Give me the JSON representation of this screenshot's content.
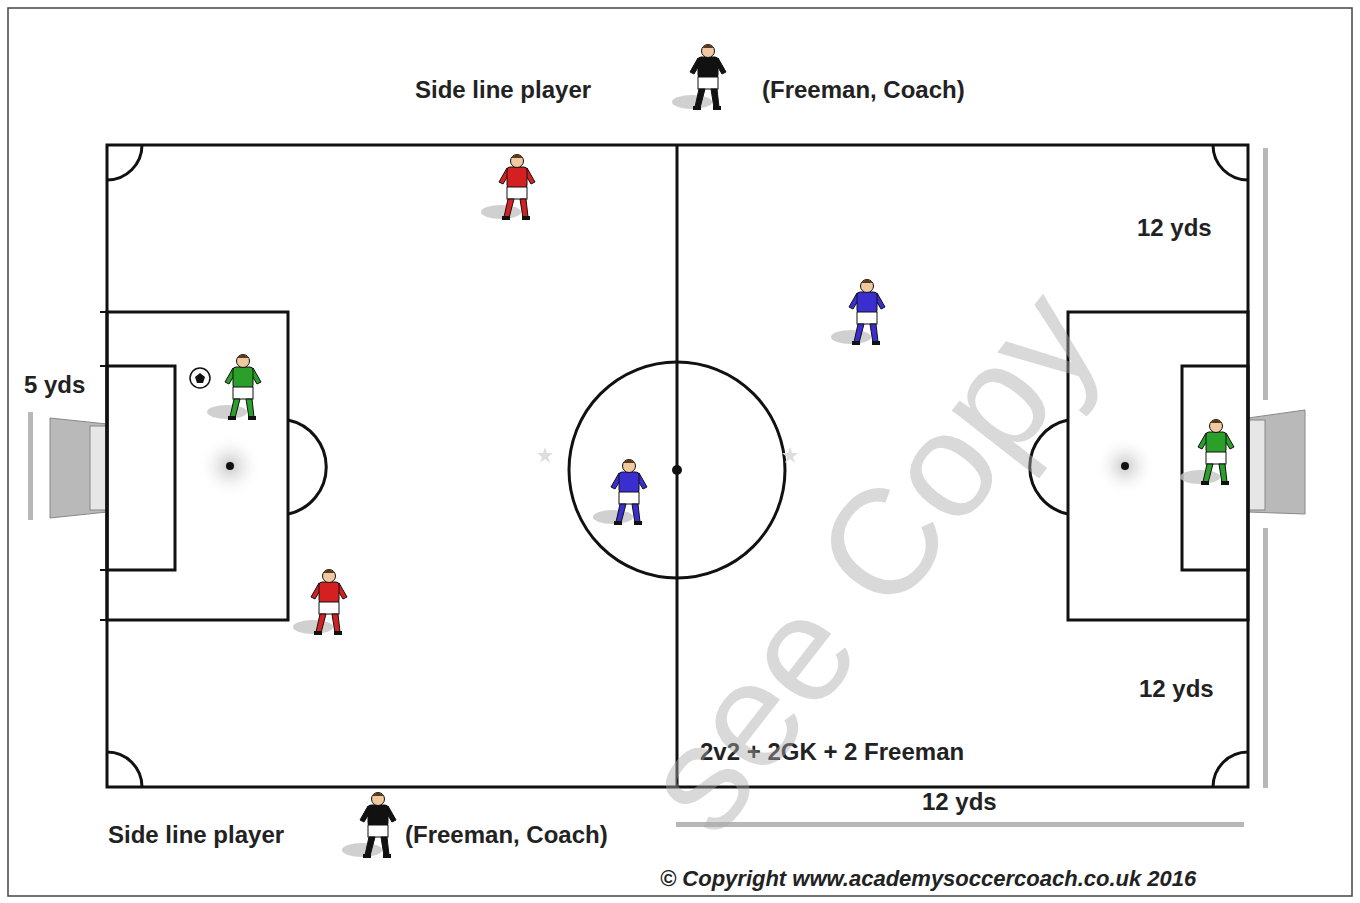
{
  "diagram": {
    "labels": [
      "Side line player",
      "(Freeman, Coach)",
      "12 yds",
      "5 yds",
      "12 yds",
      "2v2 + 2GK + 2 Freeman",
      "12 yds",
      "Side line player",
      "(Freeman, Coach)",
      "© Copyright www.academysoccercoach.co.uk 2016",
      "see Copy"
    ]
  }
}
